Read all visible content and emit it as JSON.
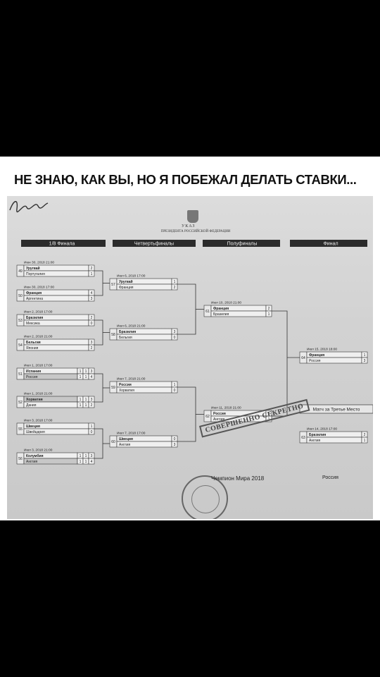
{
  "caption": "НЕ ЗНАЮ, КАК ВЫ, НО Я ПОБЕЖАЛ ДЕЛАТЬ СТАВКИ...",
  "document": {
    "ukaz": "УКАЗ",
    "issuer": "ПРЕЗИДЕНТА РОССИЙСКОЙ ФЕДЕРАЦИИ",
    "stamp": "СОВЕРШЕННО СЕКРЕТНО",
    "footer_left": "Чемпион Мира 2018",
    "footer_right": "Россия"
  },
  "rounds": [
    "1/8 Финала",
    "Четвертьфиналы",
    "Полуфиналы",
    "Финал"
  ],
  "third_place": "Матч за Третье Место",
  "matches": [
    {
      "id": "49",
      "date": "Июн 30, 2018  21:00",
      "teams": [
        "Уругвай",
        "Португалия"
      ],
      "scores": [
        [
          "2"
        ],
        [
          "1"
        ]
      ]
    },
    {
      "id": "50",
      "date": "Июн 30, 2018  17:00",
      "teams": [
        "Франция",
        "Аргентина"
      ],
      "scores": [
        [
          "4"
        ],
        [
          "3"
        ]
      ]
    },
    {
      "id": "53",
      "date": "Июл 2, 2018  17:00",
      "teams": [
        "Бразилия",
        "Мексика"
      ],
      "scores": [
        [
          "2"
        ],
        [
          "0"
        ]
      ]
    },
    {
      "id": "54",
      "date": "Июл 2, 2018  21:00",
      "teams": [
        "Бельгия",
        "Япония"
      ],
      "scores": [
        [
          "3"
        ],
        [
          "2"
        ]
      ]
    },
    {
      "id": "51",
      "date": "Июл 1, 2018  17:00",
      "teams": [
        "Испания",
        "Россия"
      ],
      "scores": [
        [
          "1",
          "1",
          "3"
        ],
        [
          "1",
          "1",
          "4"
        ]
      ]
    },
    {
      "id": "52",
      "date": "Июл 1, 2018  21:00",
      "teams": [
        "Хорватия",
        "Дания"
      ],
      "scores": [
        [
          "1",
          "1",
          "3"
        ],
        [
          "1",
          "1",
          "2"
        ]
      ]
    },
    {
      "id": "55",
      "date": "Июл 3, 2018  17:00",
      "teams": [
        "Швеция",
        "Швейцария"
      ],
      "scores": [
        [
          "1"
        ],
        [
          "0"
        ]
      ]
    },
    {
      "id": "56",
      "date": "Июл 3, 2018  21:00",
      "teams": [
        "Колумбия",
        "Англия"
      ],
      "scores": [
        [
          "1",
          "1",
          "3"
        ],
        [
          "1",
          "1",
          "4"
        ]
      ]
    },
    {
      "id": "57",
      "date": "Июл 6, 2018  17:00",
      "teams": [
        "Уругвай",
        "Франция"
      ],
      "scores": [
        [
          "1"
        ],
        [
          "2"
        ]
      ]
    },
    {
      "id": "58",
      "date": "Июл 6, 2018  21:00",
      "teams": [
        "Бразилия",
        "Бельгия"
      ],
      "scores": [
        [
          "3"
        ],
        [
          "0"
        ]
      ]
    },
    {
      "id": "59",
      "date": "Июл 7, 2018  21:00",
      "teams": [
        "Россия",
        "Хорватия"
      ],
      "scores": [
        [
          "1"
        ],
        [
          "0"
        ]
      ]
    },
    {
      "id": "60",
      "date": "Июл 7, 2018  17:00",
      "teams": [
        "Швеция",
        "Англия"
      ],
      "scores": [
        [
          "0"
        ],
        [
          "3"
        ]
      ]
    },
    {
      "id": "61",
      "date": "Июл 10, 2018  21:00",
      "teams": [
        "Франция",
        "Бразилия"
      ],
      "scores": [
        [
          "2"
        ],
        [
          "1"
        ]
      ]
    },
    {
      "id": "62",
      "date": "Июл 11, 2018  21:00",
      "teams": [
        "Россия",
        "Англия"
      ],
      "scores": [
        [
          "2"
        ],
        [
          "1"
        ]
      ]
    },
    {
      "id": "64",
      "date": "Июл 15, 2018  18:00",
      "teams": [
        "Франция",
        "Россия"
      ],
      "scores": [
        [
          "1"
        ],
        [
          "3"
        ]
      ]
    },
    {
      "id": "63",
      "date": "Июл 14, 2018  17:00",
      "teams": [
        "Бразилия",
        "Англия"
      ],
      "scores": [
        [
          "2"
        ],
        [
          "1"
        ]
      ]
    }
  ]
}
